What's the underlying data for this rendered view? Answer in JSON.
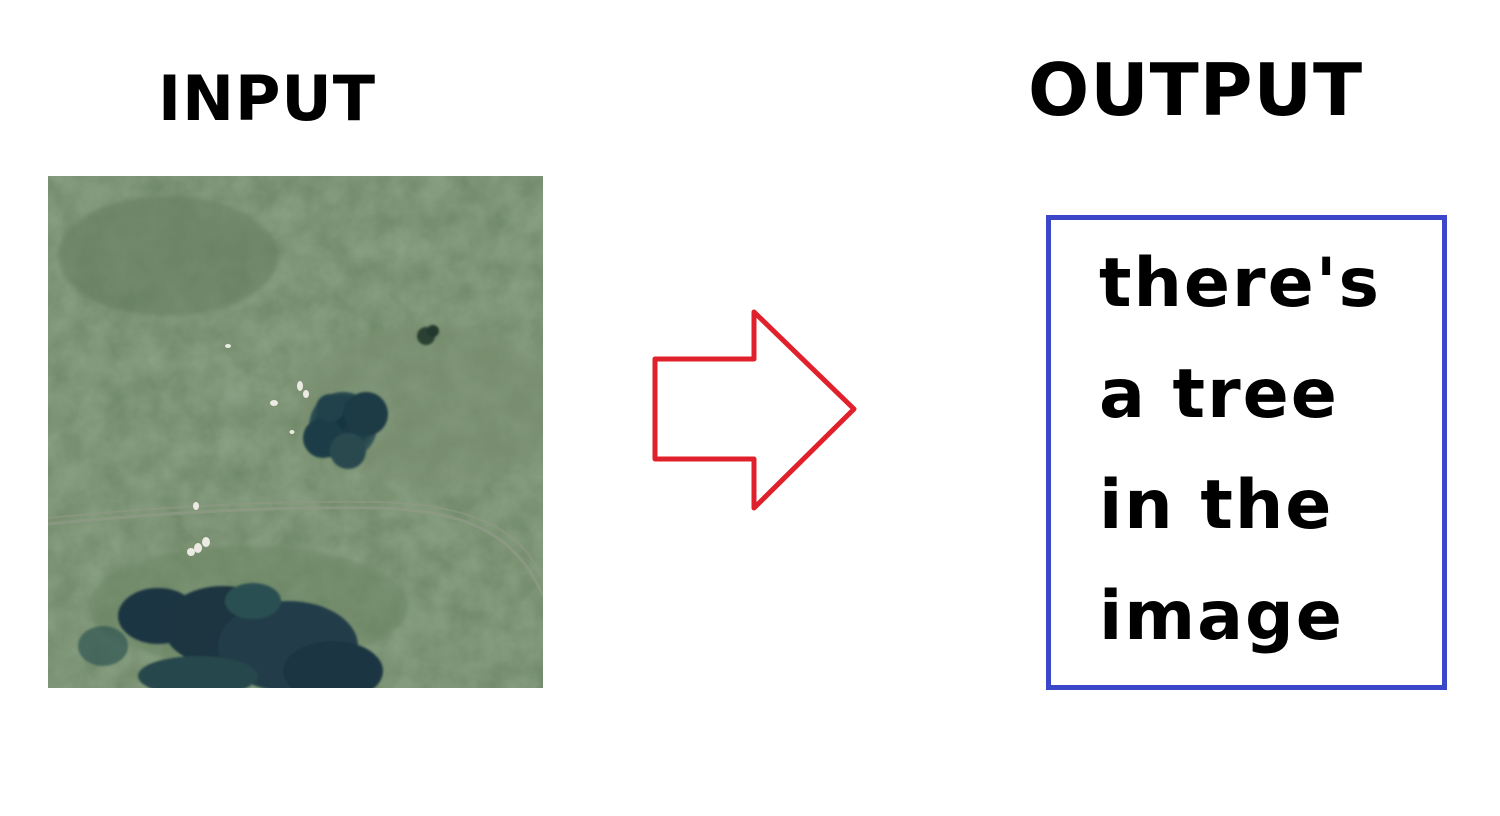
{
  "headings": {
    "input": "INPUT",
    "output": "OUTPUT"
  },
  "input_image": {
    "icon": "satellite-image",
    "colors": {
      "grass": "#6f8766",
      "tree": "#1f3a45",
      "sheep": "#e8e8e0",
      "path": "#8a9880"
    }
  },
  "arrow": {
    "icon": "right-arrow-icon",
    "color": "#e0202a"
  },
  "output_box": {
    "border_color": "#3b46c8",
    "lines": [
      "there's",
      "a tree",
      "in the",
      "image"
    ]
  }
}
